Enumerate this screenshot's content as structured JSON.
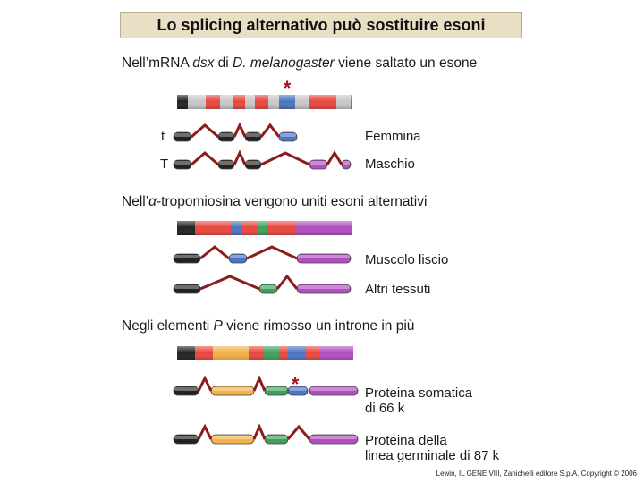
{
  "title": "Lo splicing alternativo può sostituire esoni",
  "section1": {
    "heading": {
      "pre": "Nell’mRNA ",
      "gene": "dsx",
      "mid": " di ",
      "species": "D. melanogaster",
      "post": " viene saltato un esone"
    },
    "marker": "*",
    "row1": {
      "mark": "t",
      "label": "Femmina"
    },
    "row2": {
      "mark": "T",
      "label": "Maschio"
    }
  },
  "section2": {
    "heading": {
      "pre": "Nell’",
      "alpha": "α",
      "post": "-tropomiosina vengono uniti esoni alternativi"
    },
    "row1": {
      "label": "Muscolo liscio"
    },
    "row2": {
      "label": "Altri tessuti"
    }
  },
  "section3": {
    "heading": {
      "pre": "Negli elementi ",
      "element": "P",
      "post": " viene rimosso un introne in più"
    },
    "marker": "*",
    "row1": {
      "label_line1": "Proteina somatica",
      "label_line2": "di 66 k"
    },
    "row2": {
      "label_line1": "Proteina della",
      "label_line2": "linea germinale di 87 k"
    }
  },
  "footer": "Lewin, IL GENE VIII, Zanichelli editore S.p.A. Copyright © 2006",
  "colors": {
    "red_exon": "#e8473f",
    "blue_exon": "#4a74c4",
    "green_exon": "#3ea05a",
    "orange_exon": "#f2b248",
    "purple_exon": "#b14fbf",
    "gray_segment": "#c8c8c8",
    "dark_exon": "#222222",
    "intron_line": "#8c1c1c",
    "title_bg": "#e9dfc5"
  }
}
